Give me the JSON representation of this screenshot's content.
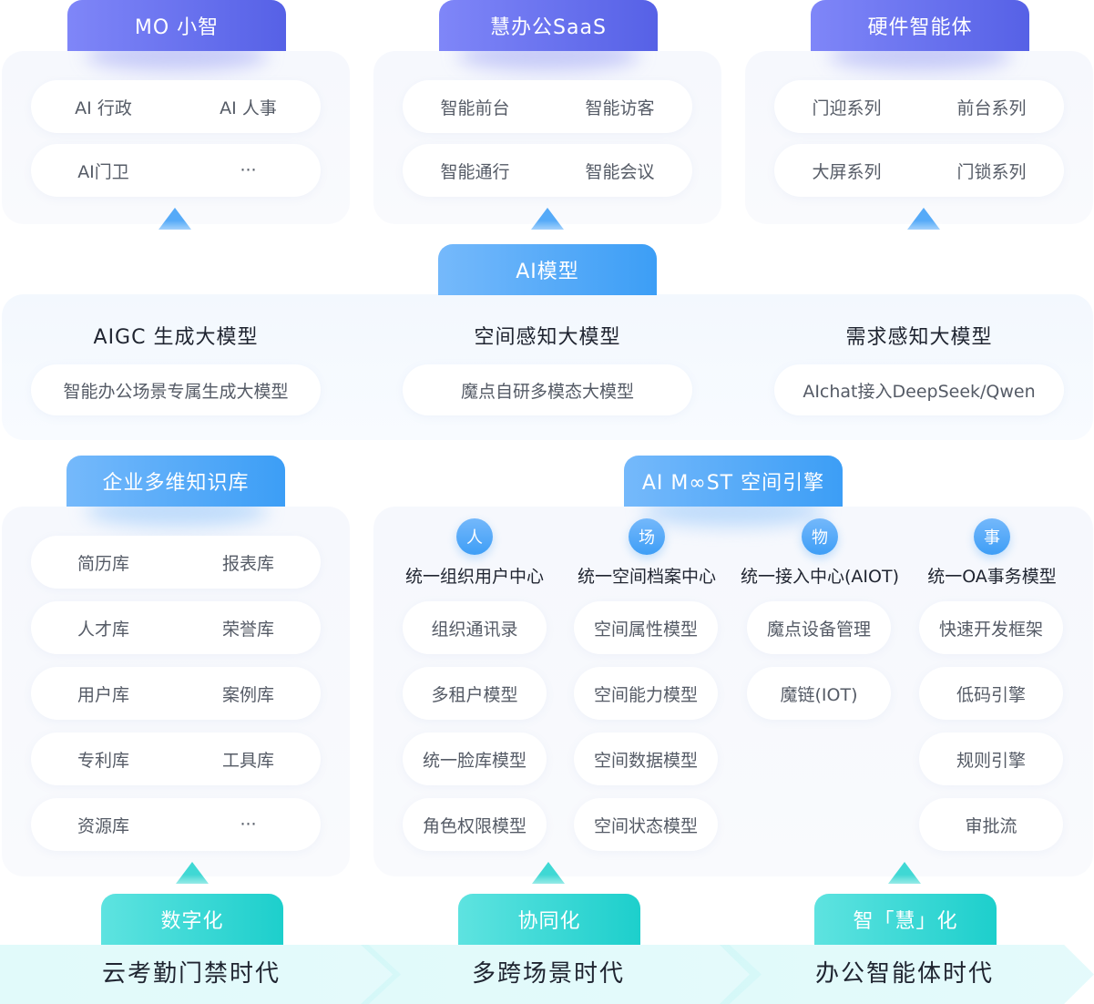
{
  "top": {
    "mo": {
      "title": "MO 小智",
      "items": [
        "AI 行政",
        "AI 人事",
        "AI门卫",
        "···"
      ]
    },
    "saas": {
      "title": "慧办公SaaS",
      "items": [
        "智能前台",
        "智能访客",
        "智能通行",
        "智能会议"
      ]
    },
    "hardware": {
      "title": "硬件智能体",
      "items": [
        "门迎系列",
        "前台系列",
        "大屏系列",
        "门锁系列"
      ]
    }
  },
  "ai_model": {
    "title": "AI模型",
    "columns": [
      {
        "title": "AIGC 生成大模型",
        "item": "智能办公场景专属生成大模型"
      },
      {
        "title": "空间感知大模型",
        "item": "魔点自研多模态大模型"
      },
      {
        "title": "需求感知大模型",
        "item": "AIchat接入DeepSeek/Qwen"
      }
    ]
  },
  "knowledge": {
    "title": "企业多维知识库",
    "rows": [
      [
        "简历库",
        "报表库"
      ],
      [
        "人才库",
        "荣誉库"
      ],
      [
        "用户库",
        "案例库"
      ],
      [
        "专利库",
        "工具库"
      ],
      [
        "资源库",
        "···"
      ]
    ]
  },
  "engine": {
    "title": "AI M∞ST 空间引擎",
    "columns": [
      {
        "badge": "人",
        "title": "统一组织用户中心",
        "items": [
          "组织通讯录",
          "多租户模型",
          "统一脸库模型",
          "角色权限模型"
        ]
      },
      {
        "badge": "场",
        "title": "统一空间档案中心",
        "items": [
          "空间属性模型",
          "空间能力模型",
          "空间数据模型",
          "空间状态模型"
        ]
      },
      {
        "badge": "物",
        "title": "统一接入中心(AIOT)",
        "items": [
          "魔点设备管理",
          "魔链(IOT)"
        ]
      },
      {
        "badge": "事",
        "title": "统一OA事务模型",
        "items": [
          "快速开发框架",
          "低码引擎",
          "规则引擎",
          "审批流"
        ]
      }
    ]
  },
  "eras": [
    {
      "tab": "数字化",
      "label": "云考勤门禁时代"
    },
    {
      "tab": "协同化",
      "label": "多跨场景时代"
    },
    {
      "tab": "智「慧」化",
      "label": "办公智能体时代"
    }
  ],
  "colors": {
    "purple_tab": "#5661e6",
    "blue_tab": "#3c9ef6",
    "cyan_tab": "#1dcfcc",
    "panel_bg": "#f6f8fd"
  }
}
